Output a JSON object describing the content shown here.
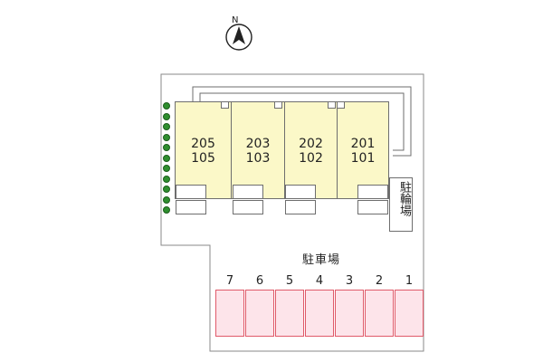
{
  "compass": {
    "north_letter": "N"
  },
  "units": [
    {
      "upper": "205",
      "lower": "105"
    },
    {
      "upper": "203",
      "lower": "103"
    },
    {
      "upper": "202",
      "lower": "102"
    },
    {
      "upper": "201",
      "lower": "101"
    }
  ],
  "bicycle_parking_label": "駐輪場",
  "parking_label": "駐車場",
  "parking_stalls": [
    "7",
    "6",
    "5",
    "4",
    "3",
    "2",
    "1"
  ],
  "colors": {
    "building_fill": "#fbf8c8",
    "stall_fill": "#fde4ea",
    "stall_border": "#e05a6a",
    "shrub": "#2f8f2f"
  }
}
